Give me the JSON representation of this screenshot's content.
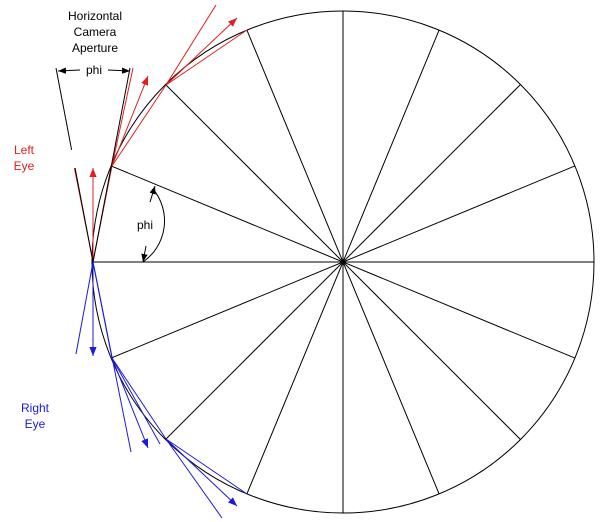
{
  "labels": {
    "aperture_line1": "Horizontal",
    "aperture_line2": "Camera",
    "aperture_line3": "Aperture",
    "aperture_phi": "phi",
    "angle_phi": "phi",
    "left_eye_line1": "Left",
    "left_eye_line2": "Eye",
    "right_eye_line1": "Right",
    "right_eye_line2": "Eye"
  },
  "colors": {
    "left_eye": "#e02020",
    "right_eye": "#1a1ae0",
    "line": "#000000",
    "background": "#ffffff"
  },
  "diagram": {
    "segments": 16,
    "left_eye_views": 3,
    "right_eye_views": 3
  }
}
